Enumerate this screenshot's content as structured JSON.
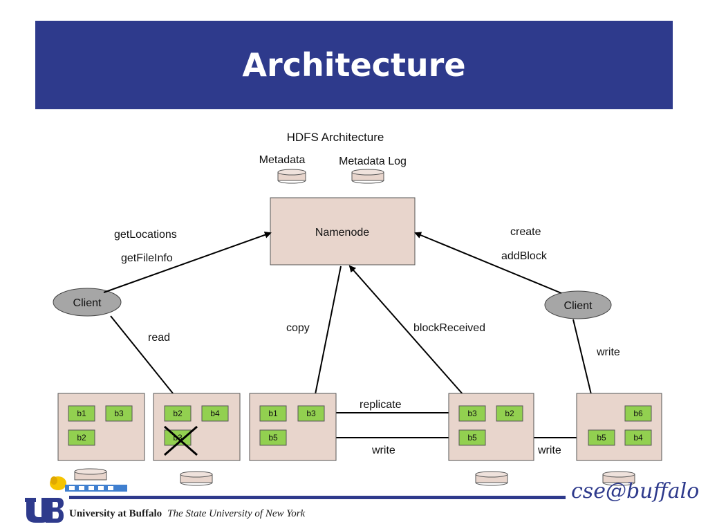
{
  "slide": {
    "title": "Architecture",
    "diagram_title": "HDFS Architecture"
  },
  "metadata": {
    "meta_label": "Metadata",
    "log_label": "Metadata Log"
  },
  "namenode": {
    "label": "Namenode"
  },
  "clients": {
    "left": "Client",
    "right": "Client"
  },
  "edges": {
    "get_locations": "getLocations",
    "get_file_info": "getFileInfo",
    "read": "read",
    "copy": "copy",
    "block_received": "blockReceived",
    "create": "create",
    "add_block": "addBlock",
    "write_client": "write",
    "replicate": "replicate",
    "write_mid": "write",
    "write_right": "write"
  },
  "datanodes": [
    {
      "blocks": [
        "b1",
        "b3",
        "b2"
      ]
    },
    {
      "blocks": [
        "b2",
        "b4",
        "b3"
      ]
    },
    {
      "blocks": [
        "b1",
        "b3",
        "b5"
      ]
    },
    {
      "blocks": [
        "b3",
        "b2",
        "b5"
      ]
    },
    {
      "blocks": [
        "b6",
        "b5",
        "b4"
      ]
    }
  ],
  "footer": {
    "university": "University at Buffalo",
    "suny": "The State University of New York",
    "cse": "cse@buffalo"
  },
  "colors": {
    "banner": "#2e3a8c",
    "node_fill": "#e8d5cc",
    "block_fill": "#92d050",
    "client_fill": "#a6a6a6"
  }
}
